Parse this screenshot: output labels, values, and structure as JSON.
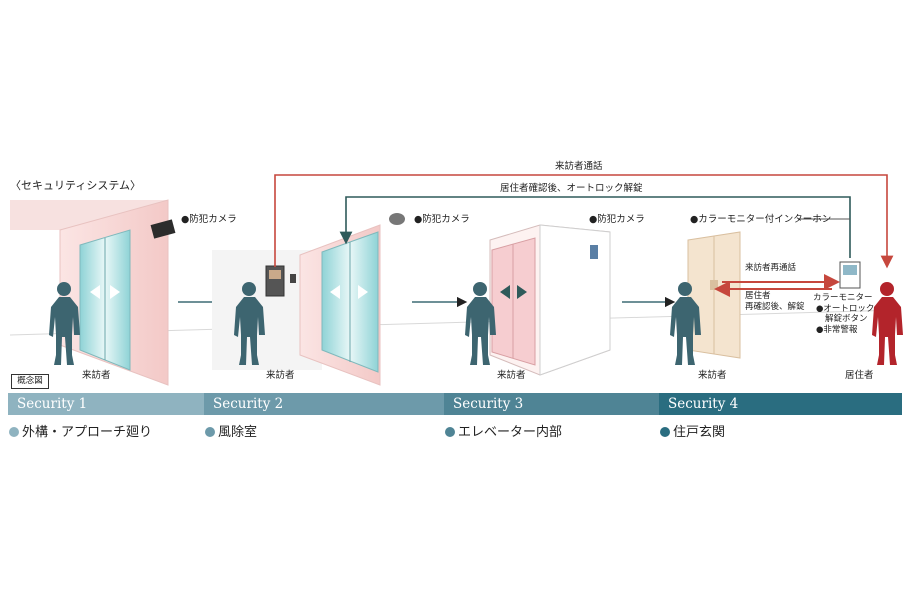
{
  "header": {
    "title": "〈セキュリティシステム〉"
  },
  "badge": "概念図",
  "flows": {
    "visitor_call": "来訪者通話",
    "resident_unlock": "居住者確認後、オートロック解錠",
    "revisit_call": "来訪者再通話",
    "reconfirm_unlock_line1": "居住者",
    "reconfirm_unlock_line2": "再確認後、解錠"
  },
  "labels": {
    "camera": "●防犯カメラ",
    "intercom": "●カラーモニター付インターホン",
    "monitor": "カラーモニター",
    "autolock_line1": "●オートロック",
    "autolock_line2": "解錠ボタン",
    "alarm": "●非常警報",
    "visitor": "来訪者",
    "resident": "居住者"
  },
  "stages": [
    {
      "band": "Security 1",
      "area": "外構・アプローチ廻り",
      "color": "#8fb3c0"
    },
    {
      "band": "Security 2",
      "area": "風除室",
      "color": "#6d9aaa"
    },
    {
      "band": "Security 3",
      "area": "エレベーター内部",
      "color": "#4f8495"
    },
    {
      "band": "Security 4",
      "area": "住戸玄関",
      "color": "#2a6d80"
    }
  ],
  "colors": {
    "figure": "#3d6570",
    "resident": "#b3242b",
    "call_line": "#c6473d",
    "unlock_line": "#2f5a5a",
    "arrow": "#3d6b75"
  }
}
